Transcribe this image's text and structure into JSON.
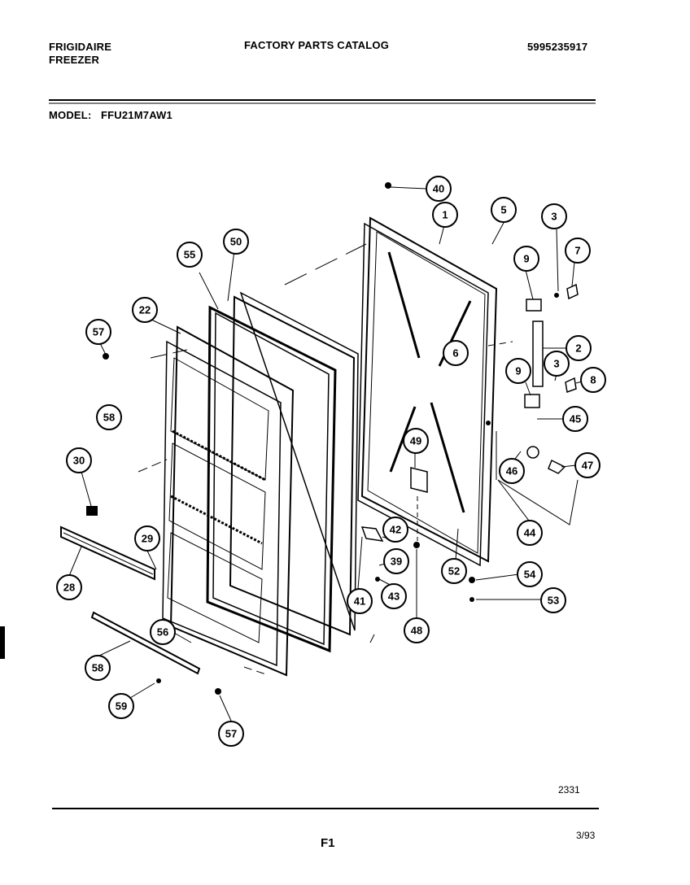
{
  "header": {
    "brand": "FRIGIDAIRE",
    "product": "FREEZER",
    "catalog_title": "FACTORY PARTS CATALOG",
    "catalog_number": "5995235917",
    "model_label": "MODEL:",
    "model_number": "FFU21M7AW1"
  },
  "footer": {
    "drawing_number": "2331",
    "page_code": "F1",
    "date": "3/93"
  },
  "callouts": [
    "40",
    "1",
    "5",
    "3",
    "7",
    "9",
    "2",
    "6",
    "3",
    "9",
    "8",
    "45",
    "49",
    "47",
    "46",
    "44",
    "55",
    "50",
    "22",
    "57",
    "58",
    "30",
    "29",
    "28",
    "42",
    "39",
    "43",
    "41",
    "48",
    "52",
    "54",
    "53",
    "56",
    "58",
    "59",
    "57"
  ]
}
